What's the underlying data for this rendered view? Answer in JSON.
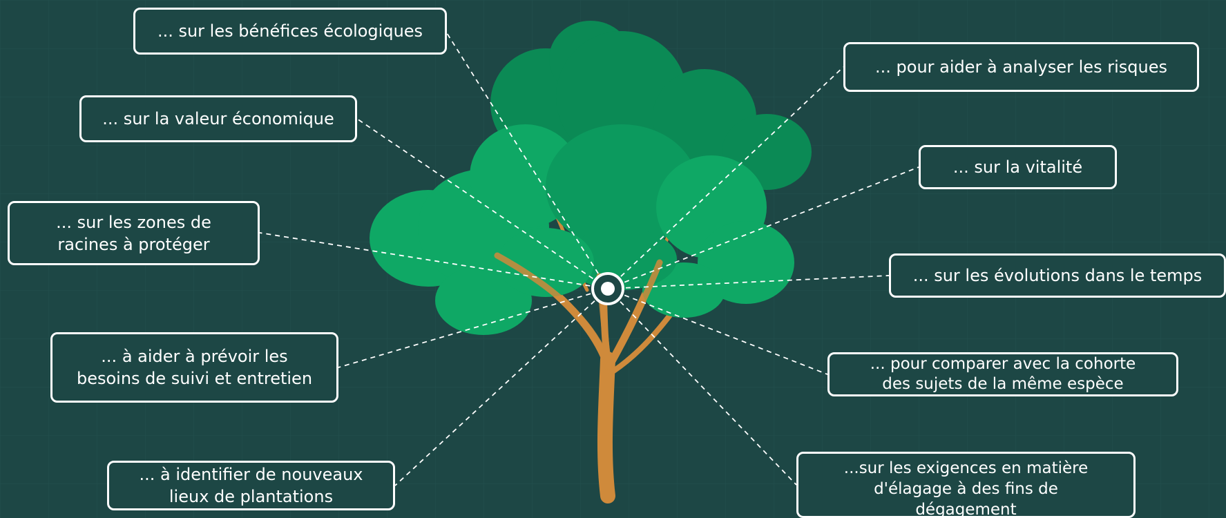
{
  "diagram": {
    "labels_left": [
      "... sur les bénéfices écologiques",
      "... sur la valeur économique",
      "... sur les zones de\nracines à protéger",
      "... à aider à prévoir les\nbesoins de suivi et entretien",
      "... à identifier de nouveaux\nlieux de plantations"
    ],
    "labels_right": [
      "... pour aider à analyser les risques",
      "... sur la vitalité",
      "... sur les évolutions dans le temps",
      "... pour comparer avec la cohorte\ndes sujets de la même espèce",
      "...sur les exigences en matière\nd'élagage à des fins de\ndégagement"
    ]
  },
  "colors": {
    "background": "#1d4745",
    "foliage": "#0fa865",
    "foliage_dark": "#0b8a55",
    "trunk": "#cf8a3b",
    "stroke": "#ffffff"
  }
}
